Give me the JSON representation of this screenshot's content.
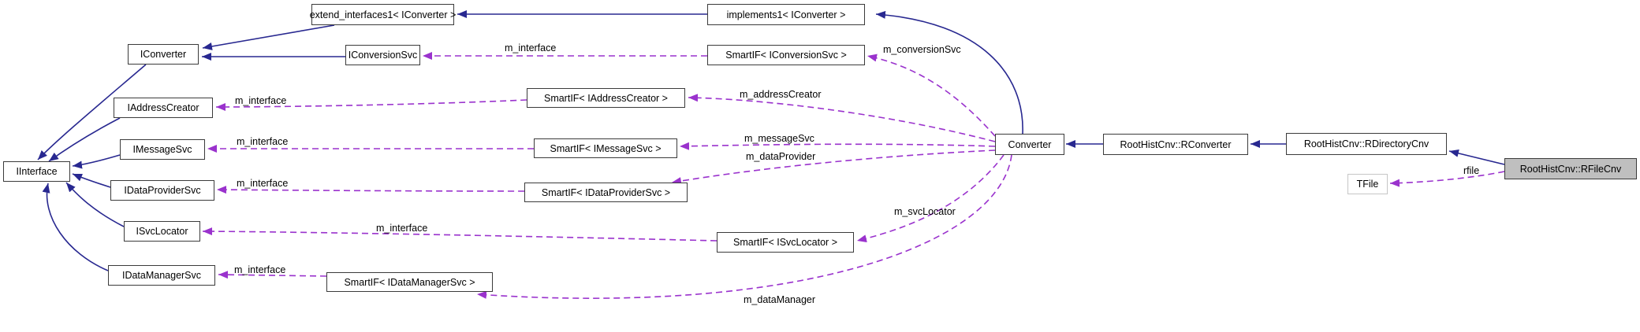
{
  "diagram": {
    "kind": "collaboration-graph",
    "nodes": {
      "extend_interfaces1": "extend_interfaces1< IConverter >",
      "implements1": "implements1< IConverter >",
      "iconverter": "IConverter",
      "iconversionsvc": "IConversionSvc",
      "smartif_iconversionsvc": "SmartIF< IConversionSvc >",
      "iaddresscreator": "IAddressCreator",
      "smartif_iaddresscreator": "SmartIF< IAddressCreator >",
      "imessagesvc": "IMessageSvc",
      "smartif_imessagesvc": "SmartIF< IMessageSvc >",
      "iinterface": "IInterface",
      "idataprovidersvc": "IDataProviderSvc",
      "smartif_idataprovidersvc": "SmartIF< IDataProviderSvc >",
      "isvclocator": "ISvcLocator",
      "smartif_isvclocator": "SmartIF< ISvcLocator >",
      "idatamanagersvc": "IDataManagerSvc",
      "smartif_idatamanagersvc": "SmartIF< IDataManagerSvc >",
      "converter": "Converter",
      "rconverter": "RootHistCnv::RConverter",
      "rdirectorycnv": "RootHistCnv::RDirectoryCnv",
      "rfilecnv": "RootHistCnv::RFileCnv",
      "tfile": "TFile"
    },
    "edge_labels": {
      "m_interface_conversionsvc": "m_interface",
      "m_interface_addresscreator": "m_interface",
      "m_interface_messagesvc": "m_interface",
      "m_interface_dataprovider": "m_interface",
      "m_interface_svclocator": "m_interface",
      "m_interface_datamanager": "m_interface",
      "m_conversionsvc": "m_conversionSvc",
      "m_addresscreator": "m_addressCreator",
      "m_messagesvc": "m_messageSvc",
      "m_dataprovider": "m_dataProvider",
      "m_svclocator": "m_svcLocator",
      "m_datamanager": "m_dataManager",
      "rfile": "rfile"
    },
    "colors": {
      "inheritance_edge": "#282890",
      "usage_edge": "#9a32cd",
      "node_border": "#3b3b3b",
      "node_fill": "#ffffff",
      "current_node_fill": "#bfbfbf",
      "external_node_border": "#c6c6c6",
      "text": "#000000"
    }
  }
}
